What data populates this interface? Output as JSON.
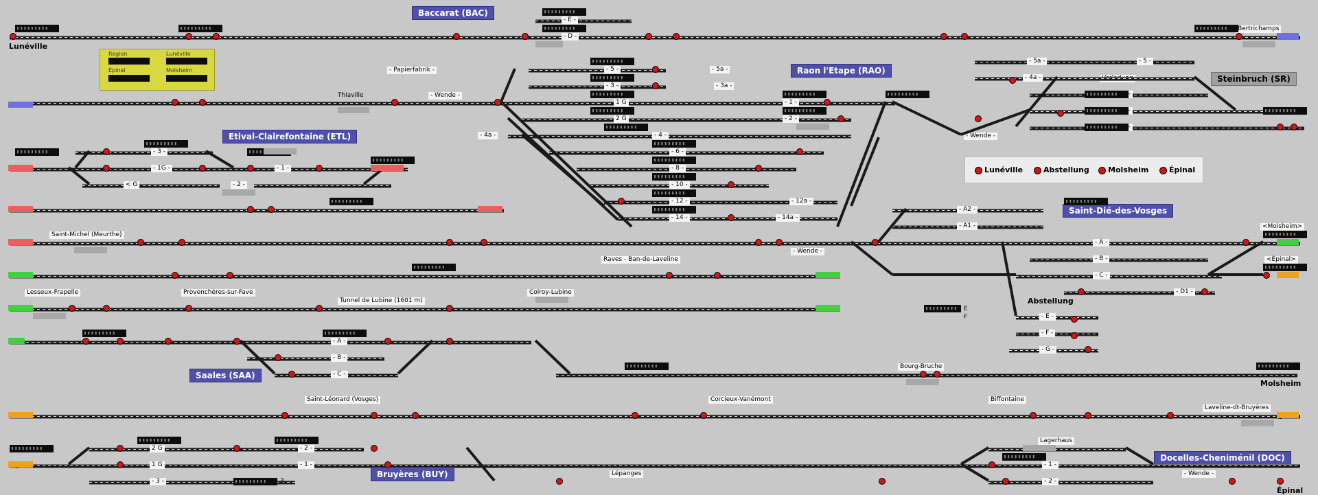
{
  "stations": {
    "luneville": "Lunéville",
    "molsheim": "Molsheim",
    "epinal": "Épinal",
    "abstellung": "Abstellung",
    "bertrichamps": "Bertrichamps",
    "molsheim_tag": "<Molsheim>",
    "epinal_tag": "<Épinal>"
  },
  "banners": {
    "bac": "Baccarat (BAC)",
    "rao": "Raon l'Etape (RAO)",
    "etl": "Etival-Clairefontaine (ETL)",
    "sdv": "Saint-Dié-des-Vosges",
    "saa": "Saales (SAA)",
    "buy": "Bruyères (BUY)",
    "doc": "Docelles-Cheniménil (DOC)",
    "sr": "Steinbruch (SR)"
  },
  "places": {
    "papierfabrik": "- Papierfabrik -",
    "thiaville": "Thiaville",
    "wende": "- Wende -",
    "verladung": "Verladung",
    "saint_michel": "Saint-Michel (Meurthe)",
    "raves": "Raves - Ban-de-Laveline",
    "lesseux": "Lesseux-Frapelle",
    "provencheres": "Provenchères-sur-Fave",
    "tunnel": "Tunnel de Lubine (1601 m)",
    "colroy": "Colroy-Lubine",
    "bourg": "Bourg-Bruche",
    "st_leonard": "Saint-Léonard (Vosges)",
    "corcieux": "Corcieux-Vanémont",
    "biffontaine": "Biffontaine",
    "laveline": "Laveline-dt-Bruyères",
    "lagerhaus": "Lagerhaus",
    "lepanges": "Lépanges"
  },
  "region_panel": {
    "region": "Region",
    "luneville": "Lunéville",
    "epinal": "Épinal",
    "molsheim": "Molsheim"
  },
  "legend": [
    "Lunéville",
    "Abstellung",
    "Molsheim",
    "Épinal"
  ],
  "tracks": {
    "e": "- E -",
    "d": "- D -",
    "five": "- 5 -",
    "five_a": "- 5a -",
    "four": "- 4 -",
    "four_a": "- 4a -",
    "three": "- 3 -",
    "three_a": "- 3a -",
    "one_g": "1 G",
    "two_g": "2 G",
    "one": "- 1 -",
    "two": "- 2 -",
    "six": "- 6 -",
    "eight": "- 8 -",
    "ten": "- 10 -",
    "twelve": "- 12 -",
    "twelve_a": "- 12a -",
    "fourteen": "- 14 -",
    "fourteen_a": "- 14a -",
    "g": "- G -",
    "a2": "- A2 -",
    "a1": "- A1 -",
    "a": "- A -",
    "b": "- B -",
    "c": "- C -",
    "d1": "- D1 -",
    "f": "- F -",
    "e_short": "E",
    "f_short": "F",
    "etl_g": "< G",
    "etl_1g": "- 1G -",
    "buy_three": "3"
  },
  "colors": {
    "bg": "#c8c8c8",
    "banner": "#5050a8",
    "signal": "#d01818",
    "green_end": "#40d040",
    "orange_end": "#f0a020",
    "red_end": "#e86060",
    "blue_end": "#7070e0",
    "legend_bg": "#ececec",
    "region_bg": "#d8d840"
  }
}
